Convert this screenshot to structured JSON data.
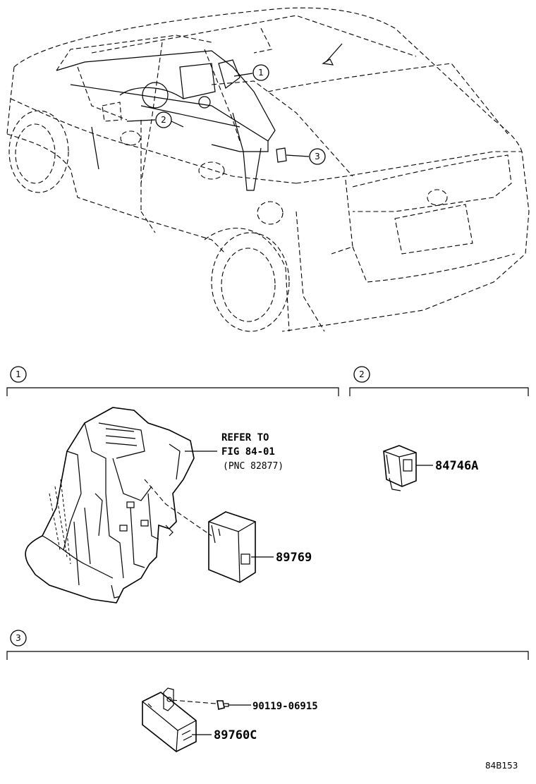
{
  "callouts": {
    "one": "1",
    "two": "2",
    "three": "3"
  },
  "sections": {
    "one": {
      "number": "1"
    },
    "two": {
      "number": "2"
    },
    "three": {
      "number": "3"
    }
  },
  "labels": {
    "refer_line1": "REFER TO",
    "refer_line2": "FIG 84-01",
    "refer_line3": "(PNC 82877)",
    "part_89769": "89769",
    "part_84746a": "84746A",
    "part_90119": "90119-06915",
    "part_89760c": "89760C"
  },
  "figure_code": "84B153"
}
